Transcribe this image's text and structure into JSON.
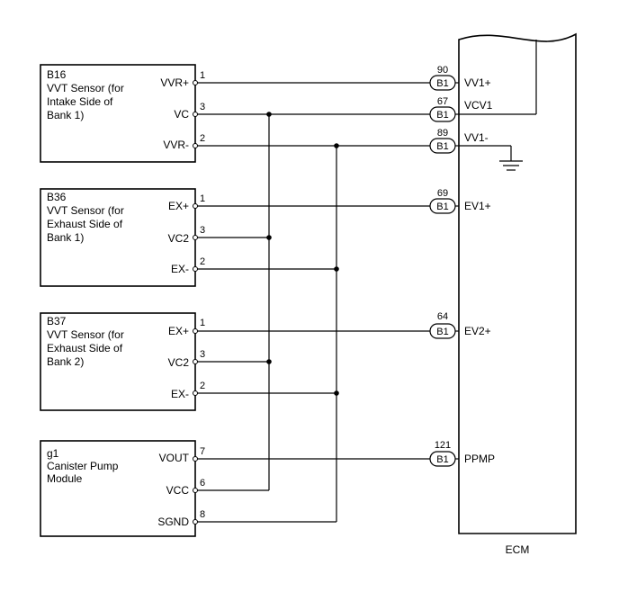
{
  "components": [
    {
      "id": "B16",
      "title_lines": [
        "VVT Sensor (for",
        "Intake Side of",
        "Bank 1)"
      ],
      "pins": [
        {
          "name": "VVR+",
          "number": "1"
        },
        {
          "name": "VC",
          "number": "3"
        },
        {
          "name": "VVR-",
          "number": "2"
        }
      ]
    },
    {
      "id": "B36",
      "title_lines": [
        "VVT Sensor (for",
        "Exhaust Side of",
        "Bank 1)"
      ],
      "pins": [
        {
          "name": "EX+",
          "number": "1"
        },
        {
          "name": "VC2",
          "number": "3"
        },
        {
          "name": "EX-",
          "number": "2"
        }
      ]
    },
    {
      "id": "B37",
      "title_lines": [
        "VVT Sensor (for",
        "Exhaust Side of",
        "Bank 2)"
      ],
      "pins": [
        {
          "name": "EX+",
          "number": "1"
        },
        {
          "name": "VC2",
          "number": "3"
        },
        {
          "name": "EX-",
          "number": "2"
        }
      ]
    },
    {
      "id": "g1",
      "title_lines": [
        "Canister Pump",
        "Module"
      ],
      "pins": [
        {
          "name": "VOUT",
          "number": "7"
        },
        {
          "name": "VCC",
          "number": "6"
        },
        {
          "name": "SGND",
          "number": "8"
        }
      ]
    }
  ],
  "ecm": {
    "label": "ECM",
    "terminals": [
      {
        "number": "90",
        "connector": "B1",
        "signal": "VV1+"
      },
      {
        "number": "67",
        "connector": "B1",
        "signal": "VCV1"
      },
      {
        "number": "89",
        "connector": "B1",
        "signal": "VV1-"
      },
      {
        "number": "69",
        "connector": "B1",
        "signal": "EV1+"
      },
      {
        "number": "64",
        "connector": "B1",
        "signal": "EV2+"
      },
      {
        "number": "121",
        "connector": "B1",
        "signal": "PPMP"
      }
    ]
  }
}
